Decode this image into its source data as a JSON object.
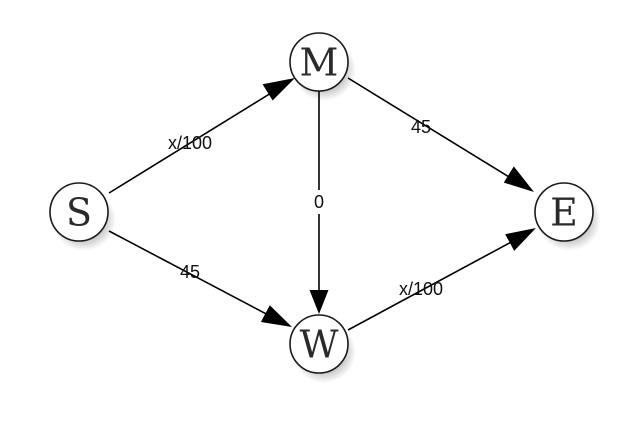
{
  "nodes": [
    {
      "id": "S",
      "label": "S"
    },
    {
      "id": "M",
      "label": "M"
    },
    {
      "id": "W",
      "label": "W"
    },
    {
      "id": "E",
      "label": "E"
    }
  ],
  "edges": [
    {
      "id": "S-M",
      "from": "S",
      "to": "M",
      "label": "x/100"
    },
    {
      "id": "M-E",
      "from": "M",
      "to": "E",
      "label": "45"
    },
    {
      "id": "M-W",
      "from": "M",
      "to": "W",
      "label": "0"
    },
    {
      "id": "S-W",
      "from": "S",
      "to": "W",
      "label": "45"
    },
    {
      "id": "W-E",
      "from": "W",
      "to": "E",
      "label": "x/100"
    }
  ]
}
